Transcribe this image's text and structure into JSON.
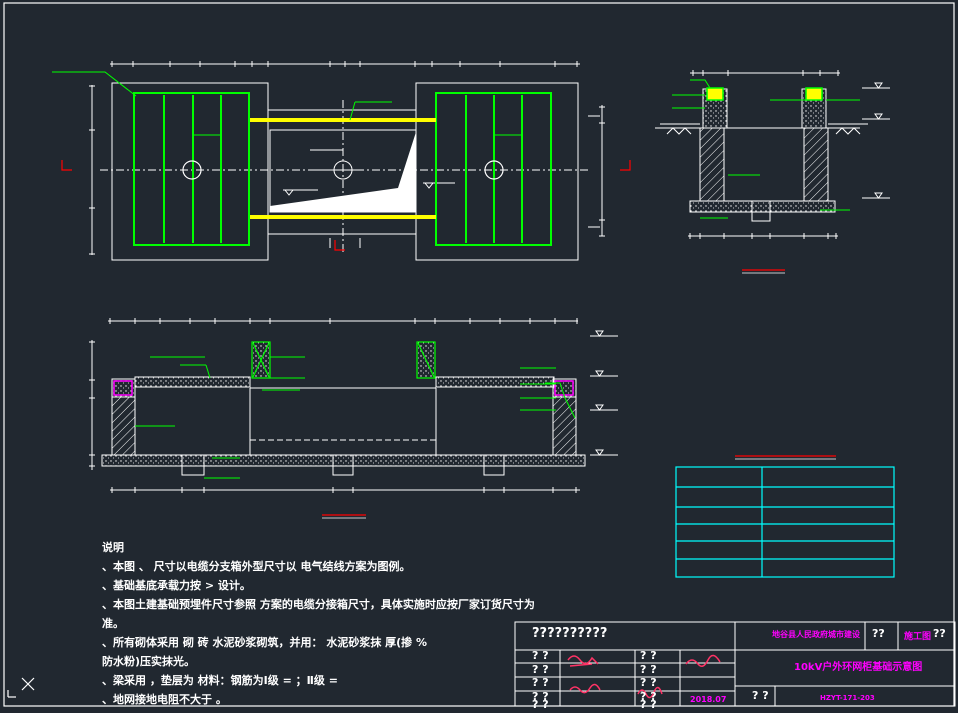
{
  "colors": {
    "background": "#212830",
    "linework": "#ffffff",
    "leader": "#00ff00",
    "cable_pipe": "#ffff00",
    "border_mark": "#ff0000",
    "table_grid": "#00ffff",
    "title_text": "#ff00ff"
  },
  "icons": {
    "ucs": "ucs-axes-icon"
  },
  "notes": {
    "heading": "说明",
    "lines": [
      "、本图 、 尺寸以电缆分支箱外型尺寸以   电气结线方案为图例。",
      "、基础基底承载力按   >         设计。",
      "、本图土建基础预埋件尺寸参照   方案的电缆分接箱尺寸，具体实施时应按厂家订货尺寸为",
      "准。",
      "、所有砌体采用   砌   砖   水泥砂浆砌筑，并用：  水泥砂浆抹    厚(掺 %",
      "防水粉)压实抹光。",
      "、梁采用     ，垫层为    材料：钢筋为Ⅰ级  =           ；Ⅱ级  =",
      "、地网接地电阻不大于    。"
    ]
  },
  "title_block": {
    "project": "??????????",
    "unit": "地谷县人民政府城市建设",
    "q1": "??",
    "stage_label": "施工图",
    "q2": "??",
    "drawing_title": "10kV户外环网柜基础示意图",
    "date": "2018.07",
    "q3": "? ?",
    "drawing_no": "HZYT-171-203",
    "left_qmarks": [
      "? ?",
      "? ?",
      "? ?",
      "? ?",
      "? ?"
    ],
    "mid_qmarks": [
      "? ?",
      "? ?",
      "? ?",
      "? ?",
      "? ?"
    ]
  }
}
